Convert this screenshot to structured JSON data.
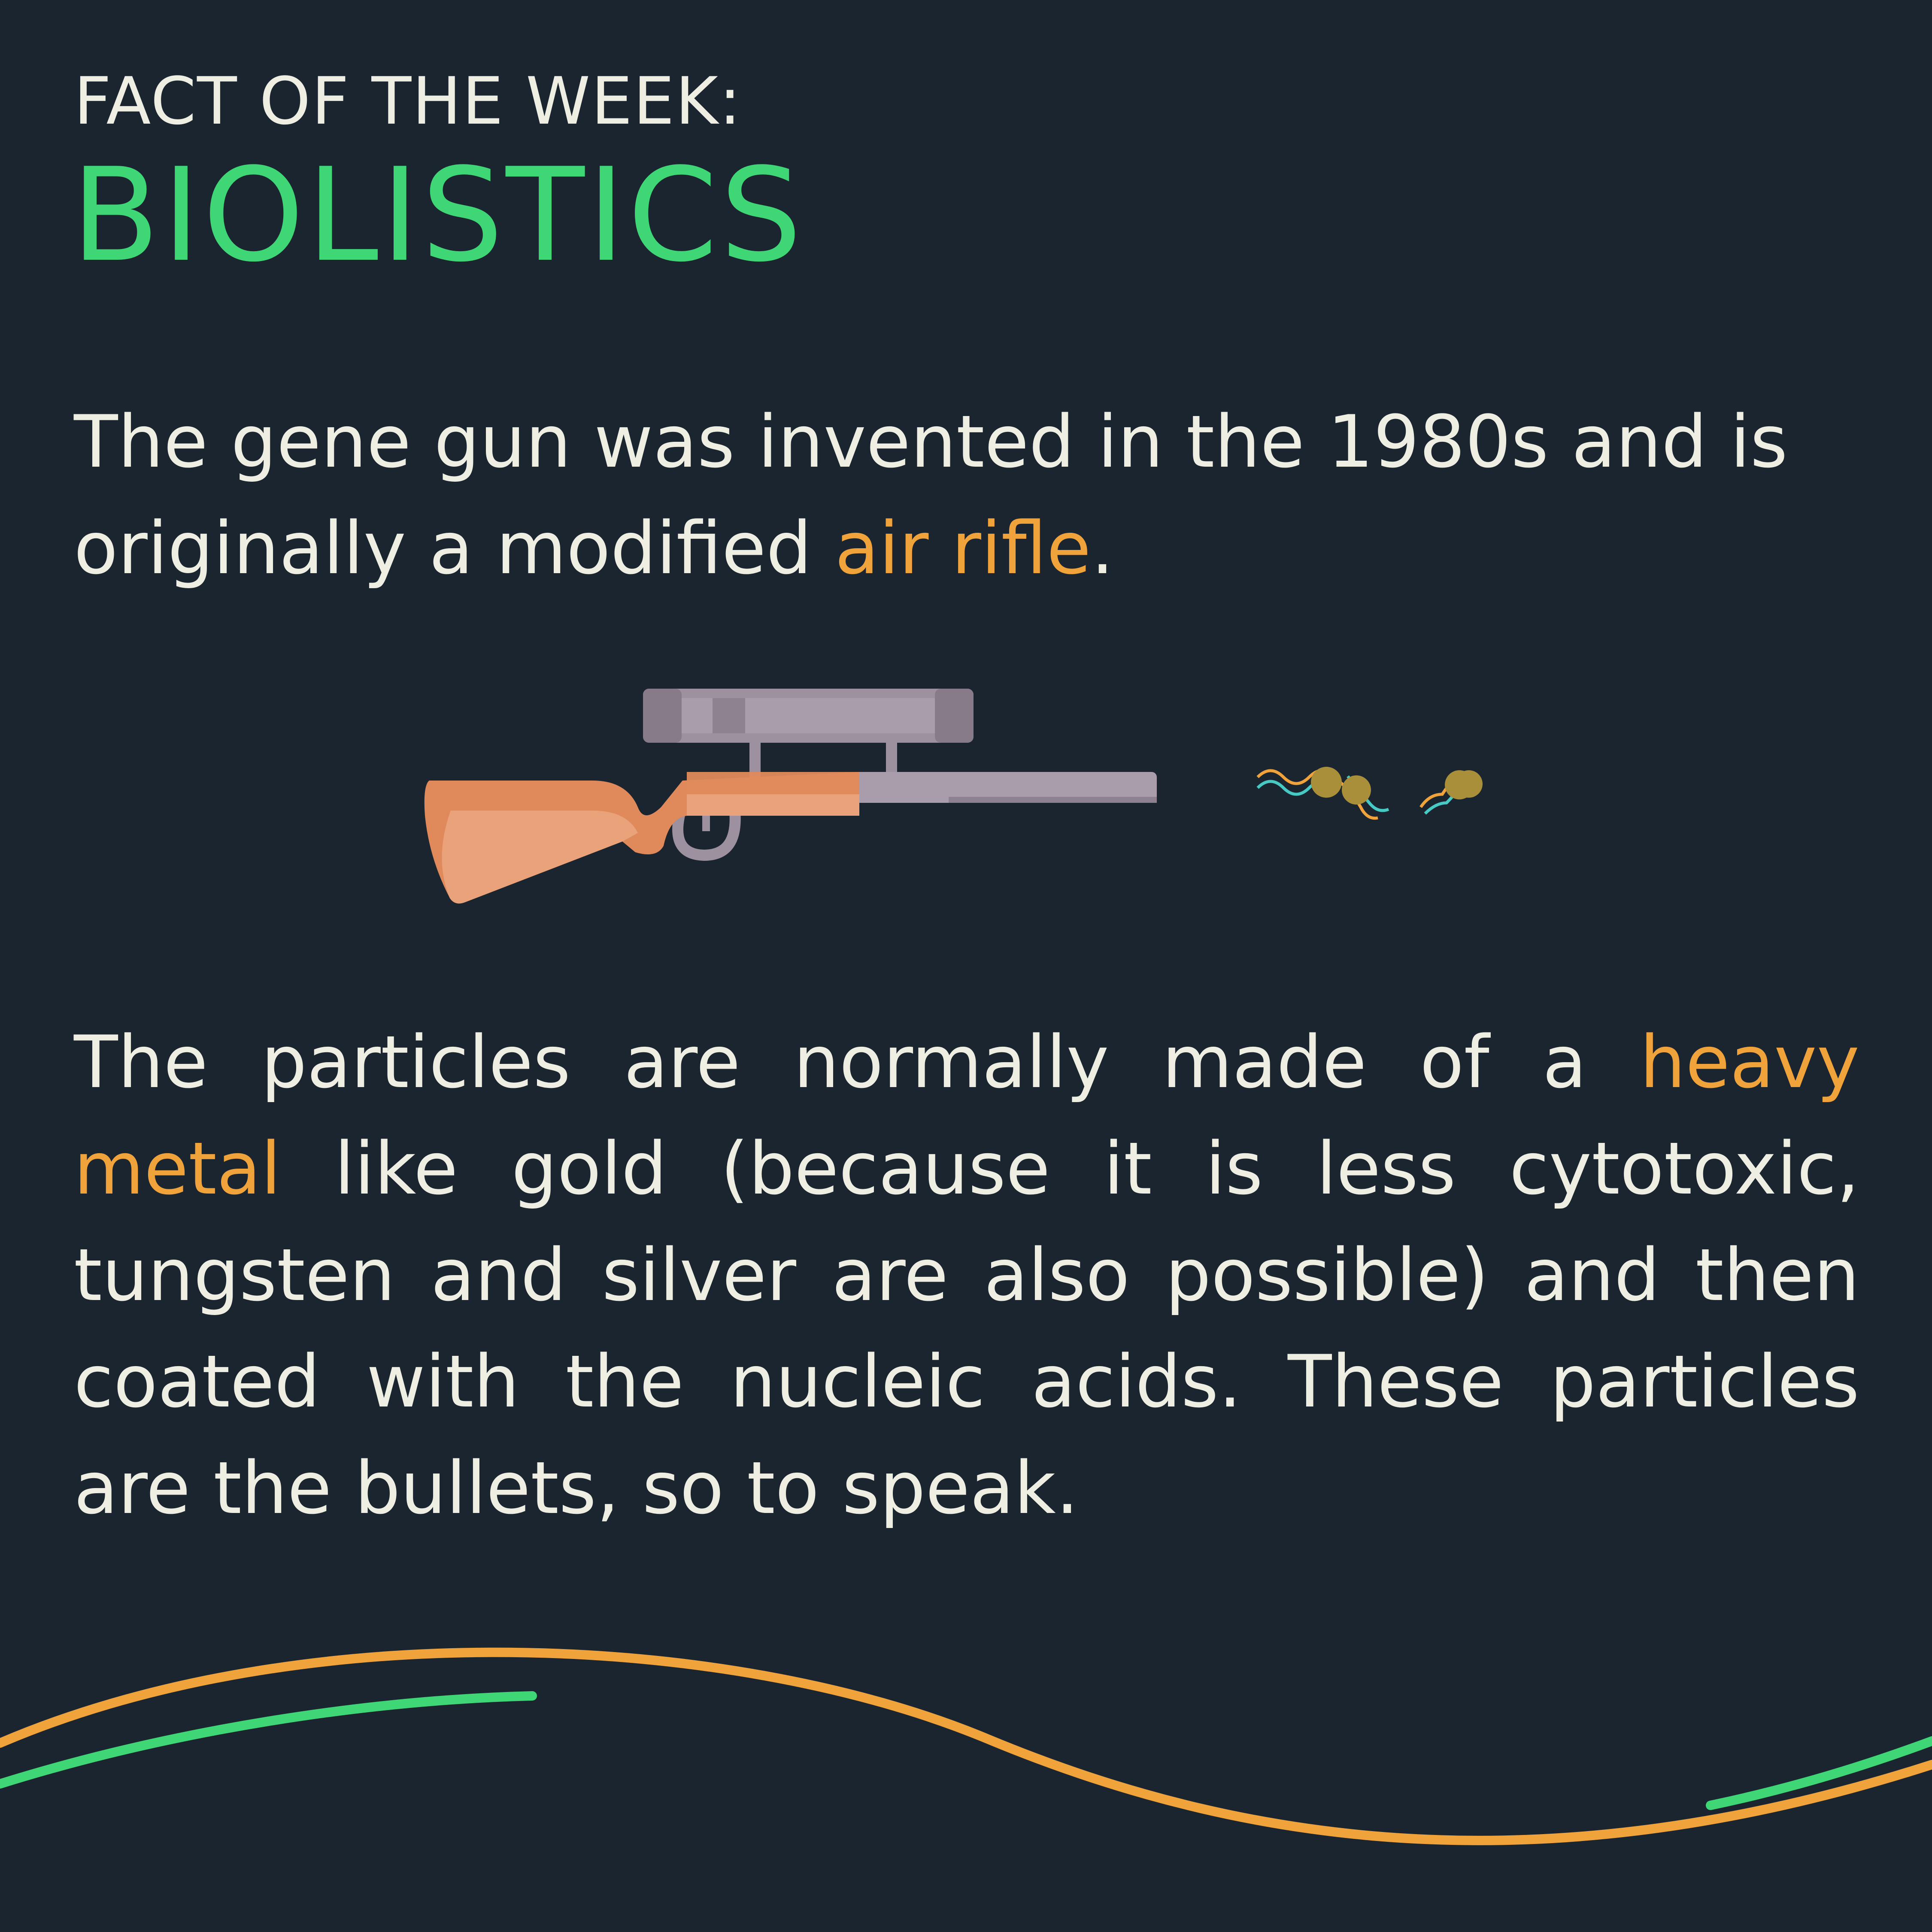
{
  "header": {
    "kicker": "FACT OF THE WEEK:",
    "title": "BIOLISTICS"
  },
  "fact1": {
    "before": "The gene gun was invented in the 1980s and is originally a modified ",
    "highlight": "air rifle",
    "after": "."
  },
  "fact2": {
    "before": "The particles are normally made of a ",
    "highlight": "heavy metal",
    "after": " like gold (because it is less cytotoxic, tungsten and silver are also possible) and then coated with the nucleic acids. These particles are the bullets, so to speak."
  },
  "illustration": {
    "rifle": "rifle-icon",
    "particles": "dna-coated-gold-particles-icon"
  },
  "colors": {
    "background": "#1a2530",
    "text": "#eeeee3",
    "title": "#3fd776",
    "highlight": "#f0a23b",
    "wave_orange": "#f0a23b",
    "wave_green": "#3fd776"
  }
}
